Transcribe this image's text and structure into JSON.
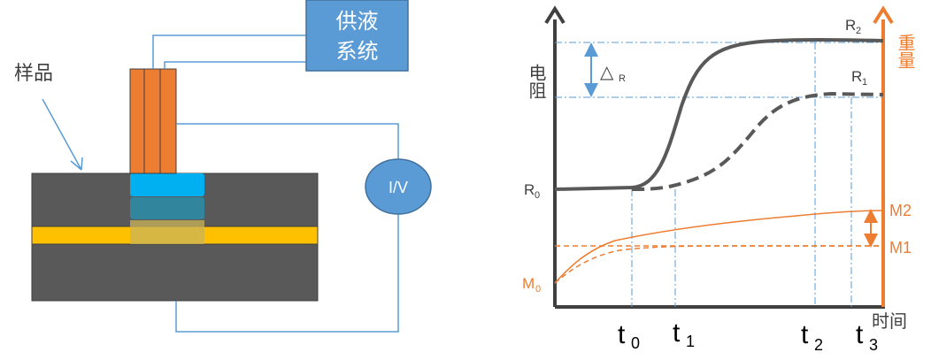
{
  "left": {
    "sample_label": "样品",
    "supply_label_line1": "供液",
    "supply_label_line2": "系统",
    "meter_label": "I/V"
  },
  "right": {
    "y_left_label": "电阻",
    "y_right_label": "重量",
    "x_label": "时间",
    "R0": "R",
    "R0_sub": "0",
    "R1": "R",
    "R1_sub": "1",
    "R2": "R",
    "R2_sub": "2",
    "delta_symbol": "△",
    "delta_sub": "R",
    "M0": "M",
    "M0_sub": "0",
    "M1": "M1",
    "M2": "M2",
    "ticks": [
      {
        "main": "t",
        "sub": "0"
      },
      {
        "main": "t",
        "sub": "1"
      },
      {
        "main": "t",
        "sub": "2"
      },
      {
        "main": "t",
        "sub": "3"
      }
    ]
  },
  "colors": {
    "orange": "#ED7D31",
    "blue": "#5B9BD5",
    "dark": "#404040",
    "cyan": "#00B0F0",
    "yellow": "#FFC000",
    "body": "#595959"
  }
}
